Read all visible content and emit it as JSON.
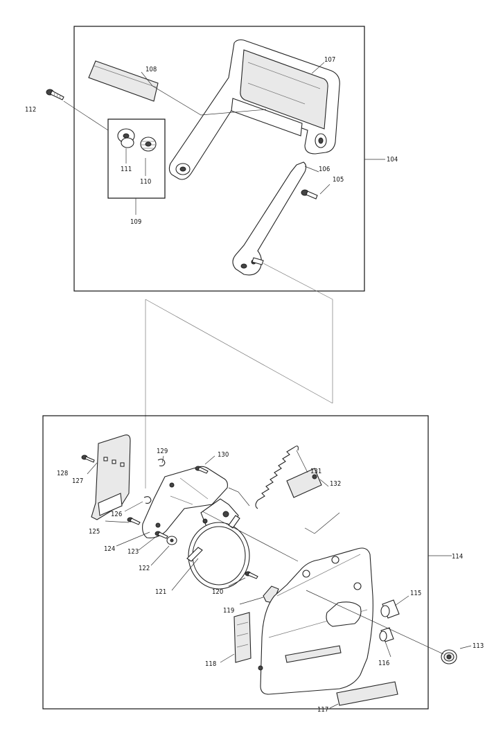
{
  "labels": {
    "p104": "104",
    "p105": "105",
    "p106": "106",
    "p107": "107",
    "p108": "108",
    "p109": "109",
    "p110": "110",
    "p111": "111",
    "p112": "112",
    "p113": "113",
    "p114": "114",
    "p115": "115",
    "p116": "116",
    "p117": "117",
    "p118": "118",
    "p119": "119",
    "p120": "120",
    "p121": "121",
    "p122": "122",
    "p123": "123",
    "p124": "124",
    "p125": "125",
    "p126": "126",
    "p127": "127",
    "p128": "128",
    "p129": "129",
    "p130": "130",
    "p131": "131",
    "p132": "132"
  }
}
